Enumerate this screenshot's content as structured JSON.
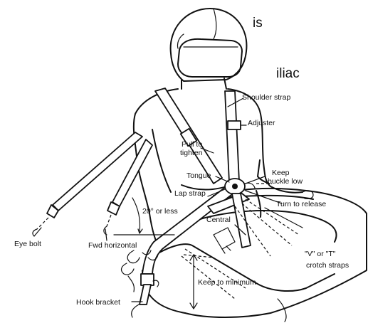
{
  "overlay_text": {
    "top": "is",
    "middle": "iliac"
  },
  "labels": {
    "shoulder_strap": "Shoulder strap",
    "adjuster": "Adjuster",
    "pull_to_tighten_1": "Pull to",
    "pull_to_tighten_2": "tighten",
    "tongue": "Tongue",
    "keep_buckle_low_1": "Keep",
    "keep_buckle_low_2": "buckle low",
    "lap_strap": "Lap strap",
    "angle": "20° or less",
    "turn_to_release": "Turn to release",
    "central": "Central",
    "v_or_t_1": "\"V\" or \"T\"",
    "v_or_t_2": "crotch straps",
    "eye_bolt": "Eye bolt",
    "fwd_horizontal": "Fwd horizontal",
    "keep_to_minimum": "Keep to minimum",
    "hook_bracket": "Hook bracket"
  }
}
